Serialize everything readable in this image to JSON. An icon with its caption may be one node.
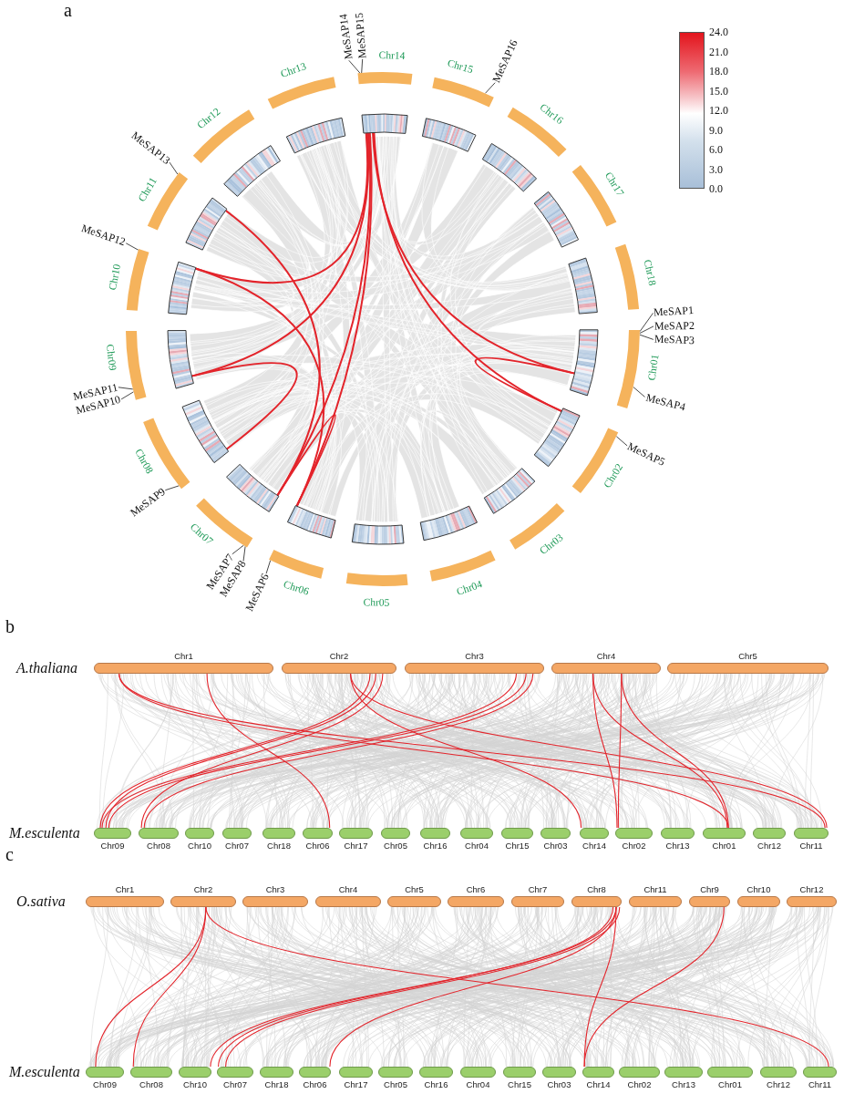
{
  "diagram": {
    "nodes": [
      {
        "text": [
          "Chr01"
        ]
      },
      {
        "text": [
          "Chr02"
        ]
      },
      {
        "text": [
          "Chr03"
        ]
      },
      {
        "text": [
          "Chr04"
        ]
      },
      {
        "text": [
          "Chr05"
        ]
      },
      {
        "text": [
          "Chr06"
        ]
      },
      {
        "text": [
          "Chr07"
        ]
      },
      {
        "text": [
          "Chr08"
        ]
      },
      {
        "text": [
          "Chr09"
        ]
      },
      {
        "text": [
          "Chr10"
        ]
      },
      {
        "text": [
          "Chr11"
        ]
      },
      {
        "text": [
          "Chr12"
        ]
      },
      {
        "text": [
          "Chr13"
        ]
      },
      {
        "text": [
          "Chr14"
        ]
      },
      {
        "text": [
          "Chr15"
        ]
      },
      {
        "text": [
          "Chr16"
        ]
      },
      {
        "text": [
          "Chr17"
        ]
      },
      {
        "text": [
          "Chr18"
        ]
      },
      {
        "text": [],
        "shape": "bar"
      },
      {
        "text": [],
        "shape": "bar"
      },
      {
        "text": [],
        "shape": "bar"
      },
      {
        "text": [],
        "shape": "bar"
      },
      {
        "text": [],
        "shape": "bar"
      },
      {
        "text": [],
        "shape": "bar"
      },
      {
        "text": [],
        "shape": "bar"
      },
      {
        "text": [],
        "shape": "bar"
      },
      {
        "text": [],
        "shape": "bar"
      },
      {
        "text": [],
        "shape": "bar"
      },
      {
        "text": [],
        "shape": "bar"
      },
      {
        "text": [],
        "shape": "bar"
      },
      {
        "text": [],
        "shape": "bar"
      },
      {
        "text": [],
        "shape": "bar"
      },
      {
        "text": [],
        "shape": "bar"
      },
      {
        "text": [],
        "shape": "bar"
      },
      {
        "text": [],
        "shape": "bar"
      },
      {
        "text": [],
        "shape": "bar"
      },
      {
        "text": [
          "MeSAP1"
        ]
      },
      {
        "text": [
          "MeSAP2"
        ]
      },
      {
        "text": [
          "MeSAP3"
        ]
      },
      {
        "text": [
          "MeSAP4"
        ]
      },
      {
        "text": [
          "MeSAP5"
        ]
      },
      {
        "text": [
          "MeSAP6"
        ]
      },
      {
        "text": [
          "MeSAP7"
        ]
      },
      {
        "text": [
          "MeSAP8"
        ]
      },
      {
        "text": [
          "MeSAP9"
        ]
      },
      {
        "text": [
          "MeSAP10"
        ]
      },
      {
        "text": [
          "MeSAP11"
        ]
      },
      {
        "text": [
          "MeSAP12"
        ]
      },
      {
        "text": [
          "MeSAP13"
        ]
      },
      {
        "text": [
          "MeSAP14"
        ]
      },
      {
        "text": [
          "MeSAP15"
        ]
      },
      {
        "text": [
          "MeSAP16"
        ]
      },
      {
        "text": [],
        "shape": "bar",
        "beside": [
          "24.0",
          "21.0",
          "18.0",
          "15.0",
          "12.0",
          "9.0",
          "6.0",
          "3.0",
          "0.0"
        ]
      },
      {
        "text": [
          "Chr1"
        ]
      },
      {
        "text": [
          "Chr2"
        ]
      },
      {
        "text": [
          "Chr3"
        ]
      },
      {
        "text": [
          "Chr4"
        ]
      },
      {
        "text": [
          "Chr5"
        ]
      },
      {
        "text": [
          "Chr09"
        ]
      },
      {
        "text": [
          "Chr08"
        ]
      },
      {
        "text": [
          "Chr10"
        ]
      },
      {
        "text": [
          "Chr07"
        ]
      },
      {
        "text": [
          "Chr18"
        ]
      },
      {
        "text": [
          "Chr06"
        ]
      },
      {
        "text": [
          "Chr17"
        ]
      },
      {
        "text": [
          "Chr05"
        ]
      },
      {
        "text": [
          "Chr16"
        ]
      },
      {
        "text": [
          "Chr04"
        ]
      },
      {
        "text": [
          "Chr15"
        ]
      },
      {
        "text": [
          "Chr03"
        ]
      },
      {
        "text": [
          "Chr14"
        ]
      },
      {
        "text": [
          "Chr02"
        ]
      },
      {
        "text": [
          "Chr13"
        ]
      },
      {
        "text": [
          "Chr01"
        ]
      },
      {
        "text": [
          "Chr12"
        ]
      },
      {
        "text": [
          "Chr11"
        ]
      },
      {
        "text": [
          "Chr1"
        ]
      },
      {
        "text": [
          "Chr2"
        ]
      },
      {
        "text": [
          "Chr3"
        ]
      },
      {
        "text": [
          "Chr4"
        ]
      },
      {
        "text": [
          "Chr5"
        ]
      },
      {
        "text": [
          "Chr6"
        ]
      },
      {
        "text": [
          "Chr7"
        ]
      },
      {
        "text": [
          "Chr8"
        ]
      },
      {
        "text": [
          "Chr11"
        ]
      },
      {
        "text": [
          "Chr9"
        ]
      },
      {
        "text": [
          "Chr10"
        ]
      },
      {
        "text": [
          "Chr12"
        ]
      },
      {
        "text": [
          "Chr09"
        ]
      },
      {
        "text": [
          "Chr08"
        ]
      },
      {
        "text": [
          "Chr10"
        ]
      },
      {
        "text": [
          "Chr07"
        ]
      },
      {
        "text": [
          "Chr18"
        ]
      },
      {
        "text": [
          "Chr06"
        ]
      },
      {
        "text": [
          "Chr17"
        ]
      },
      {
        "text": [
          "Chr05"
        ]
      },
      {
        "text": [
          "Chr16"
        ]
      },
      {
        "text": [
          "Chr04"
        ]
      },
      {
        "text": [
          "Chr15"
        ]
      },
      {
        "text": [
          "Chr03"
        ]
      },
      {
        "text": [
          "Chr14"
        ]
      },
      {
        "text": [
          "Chr02"
        ]
      },
      {
        "text": [
          "Chr13"
        ]
      },
      {
        "text": [
          "Chr01"
        ]
      },
      {
        "text": [
          "Chr12"
        ]
      },
      {
        "text": [
          "Chr11"
        ]
      }
    ],
    "edges": [
      {
        "from": 36,
        "to": 0,
        "arrow": "none",
        "color": "#333333"
      },
      {
        "from": 37,
        "to": 0,
        "arrow": "none",
        "color": "#333333"
      },
      {
        "from": 38,
        "to": 0,
        "arrow": "none",
        "color": "#333333"
      },
      {
        "from": 39,
        "to": 0,
        "arrow": "none",
        "color": "#333333"
      },
      {
        "from": 40,
        "to": 1,
        "arrow": "none",
        "color": "#333333"
      },
      {
        "from": 41,
        "to": 5,
        "arrow": "none",
        "color": "#333333"
      },
      {
        "from": 42,
        "to": 6,
        "arrow": "none",
        "color": "#333333"
      },
      {
        "from": 43,
        "to": 6,
        "arrow": "none",
        "color": "#333333"
      },
      {
        "from": 44,
        "to": 7,
        "arrow": "none",
        "color": "#333333"
      },
      {
        "from": 45,
        "to": 8,
        "arrow": "none",
        "color": "#333333"
      },
      {
        "from": 46,
        "to": 8,
        "arrow": "none",
        "color": "#333333"
      },
      {
        "from": 47,
        "to": 9,
        "arrow": "none",
        "color": "#333333"
      },
      {
        "from": 48,
        "to": 10,
        "arrow": "none",
        "color": "#333333"
      },
      {
        "from": 49,
        "to": 13,
        "arrow": "none",
        "color": "#333333"
      },
      {
        "from": 50,
        "to": 13,
        "arrow": "none",
        "color": "#333333"
      },
      {
        "from": 51,
        "to": 14,
        "arrow": "none",
        "color": "#333333"
      },
      {
        "from": 31,
        "to": 18,
        "arrow": "none"
      },
      {
        "from": 31,
        "to": 19,
        "arrow": "none"
      },
      {
        "from": 18,
        "to": 19,
        "arrow": "none"
      },
      {
        "from": 31,
        "to": 24,
        "arrow": "none"
      },
      {
        "from": 31,
        "to": 23,
        "arrow": "none"
      },
      {
        "from": 31,
        "to": 27,
        "arrow": "none"
      },
      {
        "from": 31,
        "to": 26,
        "arrow": "none"
      },
      {
        "from": 28,
        "to": 24,
        "arrow": "none"
      },
      {
        "from": 27,
        "to": 23,
        "arrow": "none"
      },
      {
        "from": 26,
        "to": 25,
        "arrow": "none"
      },
      {
        "from": 23,
        "to": 24,
        "arrow": "none"
      },
      {
        "from": 53,
        "to": 73,
        "arrow": "none"
      },
      {
        "from": 53,
        "to": 75,
        "arrow": "none"
      },
      {
        "from": 53,
        "to": 63,
        "arrow": "none"
      },
      {
        "from": 54,
        "to": 70,
        "arrow": "none"
      },
      {
        "from": 54,
        "to": 75,
        "arrow": "none"
      },
      {
        "from": 54,
        "to": 58,
        "arrow": "none"
      },
      {
        "from": 54,
        "to": 58,
        "arrow": "none"
      },
      {
        "from": 54,
        "to": 59,
        "arrow": "none"
      },
      {
        "from": 55,
        "to": 58,
        "arrow": "none"
      },
      {
        "from": 55,
        "to": 58,
        "arrow": "none"
      },
      {
        "from": 55,
        "to": 59,
        "arrow": "none"
      },
      {
        "from": 56,
        "to": 71,
        "arrow": "none"
      },
      {
        "from": 56,
        "to": 73,
        "arrow": "none"
      },
      {
        "from": 56,
        "to": 71,
        "arrow": "none"
      },
      {
        "from": 56,
        "to": 73,
        "arrow": "none"
      },
      {
        "from": 77,
        "to": 88,
        "arrow": "none"
      },
      {
        "from": 77,
        "to": 89,
        "arrow": "none"
      },
      {
        "from": 77,
        "to": 105,
        "arrow": "none"
      },
      {
        "from": 83,
        "to": 90,
        "arrow": "none"
      },
      {
        "from": 83,
        "to": 91,
        "arrow": "none"
      },
      {
        "from": 83,
        "to": 91,
        "arrow": "none"
      },
      {
        "from": 83,
        "to": 93,
        "arrow": "none"
      },
      {
        "from": 83,
        "to": 100,
        "arrow": "none"
      },
      {
        "from": 85,
        "to": 100,
        "arrow": "none"
      }
    ],
    "labels": [
      "a",
      "b",
      "A.thaliana",
      "M.esculenta",
      "c",
      "O.sativa",
      "M.esculenta"
    ]
  }
}
